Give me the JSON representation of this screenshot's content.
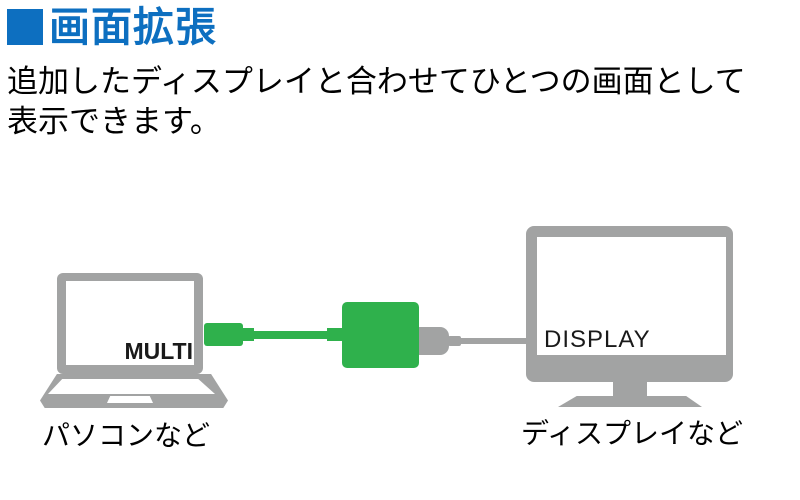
{
  "header": {
    "bullet_icon": "blue-square-bullet",
    "title": "画面拡張"
  },
  "description": {
    "line1": "追加したディスプレイと合わせてひとつの画面として",
    "line2": "表示できます。"
  },
  "diagram": {
    "laptop": {
      "screen_label": "MULTI",
      "caption": "パソコンなど"
    },
    "adapter": {
      "icon": "green-adapter-with-cable"
    },
    "monitor": {
      "screen_label": "DISPLAY",
      "caption": "ディスプレイなど"
    }
  },
  "colors": {
    "accent_blue": "#0d6fc0",
    "adapter_green": "#2fb14c",
    "device_gray": "#a2a3a3",
    "text_black": "#000000"
  }
}
